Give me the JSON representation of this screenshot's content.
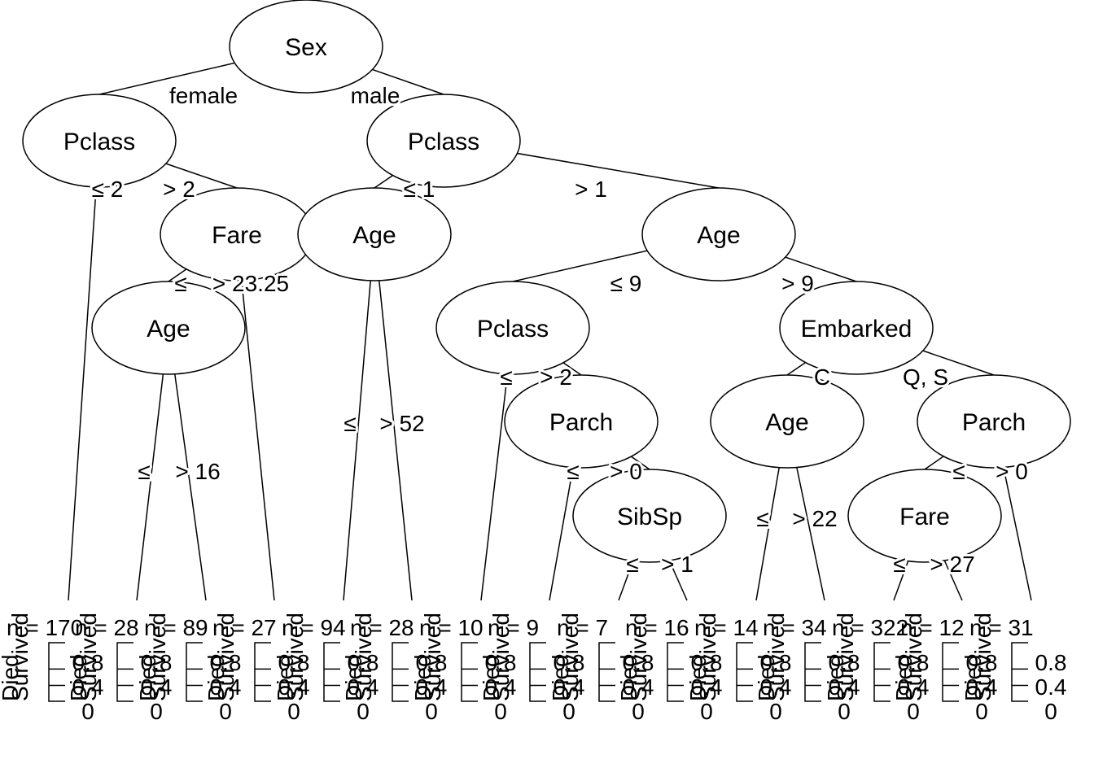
{
  "nodes": [
    {
      "id": "n1",
      "var": "Sex"
    },
    {
      "id": "n2",
      "var": "Pclass"
    },
    {
      "id": "n3",
      "var": "Pclass"
    },
    {
      "id": "n4",
      "var": "Fare"
    },
    {
      "id": "n5",
      "var": "Age"
    },
    {
      "id": "n6",
      "var": "Age"
    },
    {
      "id": "n7",
      "var": "Age"
    },
    {
      "id": "n8",
      "var": "Pclass"
    },
    {
      "id": "n9",
      "var": "Embarked"
    },
    {
      "id": "n10",
      "var": "Parch"
    },
    {
      "id": "n11",
      "var": "Age"
    },
    {
      "id": "n12",
      "var": "Parch"
    },
    {
      "id": "n13",
      "var": "SibSp"
    },
    {
      "id": "n14",
      "var": "Fare"
    }
  ],
  "edges": [
    {
      "from": "n1",
      "to": "n2",
      "label": "female"
    },
    {
      "from": "n1",
      "to": "n3",
      "label": "male"
    },
    {
      "from": "n2",
      "to": "t1",
      "label": "≤ 2"
    },
    {
      "from": "n2",
      "to": "n4",
      "label": "> 2"
    },
    {
      "from": "n4",
      "to": "n5",
      "label": "≤"
    },
    {
      "from": "n4",
      "to": "t4",
      "label": "> 23.25"
    },
    {
      "from": "n5",
      "to": "t2",
      "label": "≤"
    },
    {
      "from": "n5",
      "to": "t3",
      "label": "> 16"
    },
    {
      "from": "n3",
      "to": "n6",
      "label": "≤ 1"
    },
    {
      "from": "n3",
      "to": "n7",
      "label": "> 1"
    },
    {
      "from": "n6",
      "to": "t5",
      "label": "≤"
    },
    {
      "from": "n6",
      "to": "t6",
      "label": "> 52"
    },
    {
      "from": "n7",
      "to": "n8",
      "label": "≤ 9"
    },
    {
      "from": "n7",
      "to": "n9",
      "label": "> 9"
    },
    {
      "from": "n8",
      "to": "t7",
      "label": "≤"
    },
    {
      "from": "n8",
      "to": "n10",
      "label": "> 2"
    },
    {
      "from": "n10",
      "to": "t8",
      "label": "≤"
    },
    {
      "from": "n10",
      "to": "n13",
      "label": "> 0"
    },
    {
      "from": "n13",
      "to": "t9",
      "label": "≤"
    },
    {
      "from": "n13",
      "to": "t10",
      "label": "> 1"
    },
    {
      "from": "n9",
      "to": "n11",
      "label": "C"
    },
    {
      "from": "n9",
      "to": "n12",
      "label": "Q, S"
    },
    {
      "from": "n11",
      "to": "t11",
      "label": "≤"
    },
    {
      "from": "n11",
      "to": "t12",
      "label": "> 22"
    },
    {
      "from": "n12",
      "to": "n14",
      "label": "≤"
    },
    {
      "from": "n12",
      "to": "t15",
      "label": "> 0"
    },
    {
      "from": "n14",
      "to": "t13",
      "label": "≤"
    },
    {
      "from": "n14",
      "to": "t14",
      "label": "> 27"
    }
  ],
  "terminals": [
    {
      "id": "t1",
      "n": "n = 170"
    },
    {
      "id": "t2",
      "n": "n = 28"
    },
    {
      "id": "t3",
      "n": "n = 89"
    },
    {
      "id": "t4",
      "n": "n = 27"
    },
    {
      "id": "t5",
      "n": "n = 94"
    },
    {
      "id": "t6",
      "n": "n = 28"
    },
    {
      "id": "t7",
      "n": "n = 10"
    },
    {
      "id": "t8",
      "n": "n = 9"
    },
    {
      "id": "t9",
      "n": "n = 7"
    },
    {
      "id": "t10",
      "n": "n = 16"
    },
    {
      "id": "t11",
      "n": "n = 14"
    },
    {
      "id": "t12",
      "n": "n = 34"
    },
    {
      "id": "t13",
      "n": "n = 322"
    },
    {
      "id": "t14",
      "n": "n = 12"
    },
    {
      "id": "t15",
      "n": "n = 31"
    }
  ],
  "terminal_axis": {
    "category_labels": [
      "Survived",
      "Died"
    ],
    "ticks": [
      "0",
      "0.4",
      "0.8"
    ]
  }
}
